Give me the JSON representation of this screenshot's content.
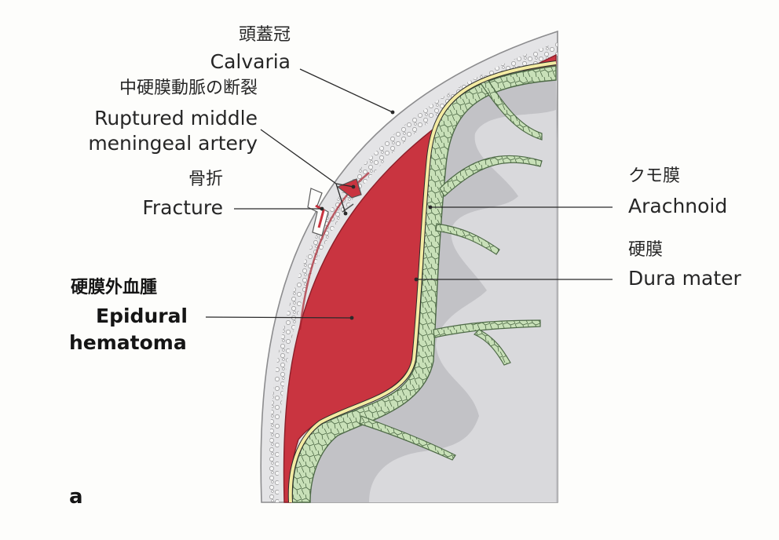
{
  "labels": {
    "calvaria": {
      "jp": "頭蓋冠",
      "en": "Calvaria"
    },
    "ruptured_artery": {
      "jp": "中硬膜動脈の断裂",
      "en_line1": "Ruptured middle",
      "en_line2": "meningeal artery"
    },
    "fracture": {
      "jp": "骨折",
      "en": "Fracture"
    },
    "epidural_hematoma": {
      "jp": "硬膜外血腫",
      "en_line1": "Epidural",
      "en_line2": "hematoma"
    },
    "arachnoid": {
      "jp": "クモ膜",
      "en": "Arachnoid"
    },
    "dura_mater": {
      "jp": "硬膜",
      "en": "Dura mater"
    }
  },
  "panel_letter": "a",
  "colors": {
    "skull": "#e4e4e6",
    "skull_outline": "#8c8c8e",
    "hematoma": "#c93440",
    "hematoma_dark": "#a8222e",
    "dura": "#f3eba3",
    "arachnoid": "#c8e0b8",
    "arachnoid_outline": "#4e6a47",
    "brain": "#c2c2c6",
    "brain_light": "#d9d9dc",
    "background": "#fdfdfb"
  }
}
